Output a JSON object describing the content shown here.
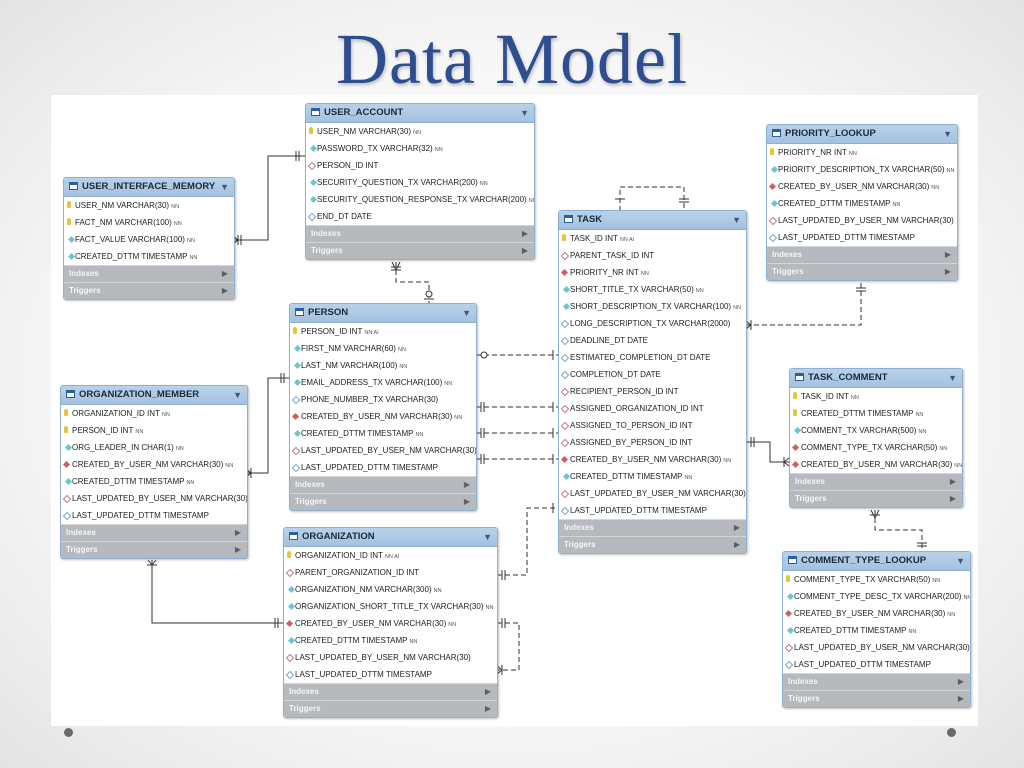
{
  "slide": {
    "title": "Data Model"
  },
  "tables": {
    "user_account": {
      "name": "USER_ACCOUNT",
      "columns": [
        {
          "icon": "pk",
          "text": "USER_NM VARCHAR(30)",
          "tag": "NN"
        },
        {
          "icon": "nn",
          "text": "PASSWORD_TX VARCHAR(32)",
          "tag": "NN"
        },
        {
          "icon": "nl",
          "text": "PERSON_ID INT",
          "tag": ""
        },
        {
          "icon": "nn",
          "text": "SECURITY_QUESTION_TX VARCHAR(200)",
          "tag": "NN"
        },
        {
          "icon": "nn",
          "text": "SECURITY_QUESTION_RESPONSE_TX VARCHAR(200)",
          "tag": "NN"
        },
        {
          "icon": "hl",
          "text": "END_DT DATE",
          "tag": ""
        }
      ],
      "footers": [
        "Indexes",
        "Triggers"
      ]
    },
    "user_interface_memory": {
      "name": "USER_INTERFACE_MEMORY",
      "columns": [
        {
          "icon": "pk",
          "text": "USER_NM VARCHAR(30)",
          "tag": "NN"
        },
        {
          "icon": "pk",
          "text": "FACT_NM VARCHAR(100)",
          "tag": "NN"
        },
        {
          "icon": "nn",
          "text": "FACT_VALUE VARCHAR(100)",
          "tag": "NN"
        },
        {
          "icon": "nn",
          "text": "CREATED_DTTM TIMESTAMP",
          "tag": "NN"
        }
      ],
      "footers": [
        "Indexes",
        "Triggers"
      ]
    },
    "priority_lookup": {
      "name": "PRIORITY_LOOKUP",
      "columns": [
        {
          "icon": "pk",
          "text": "PRIORITY_NR INT",
          "tag": "NN"
        },
        {
          "icon": "nn",
          "text": "PRIORITY_DESCRIPTION_TX VARCHAR(50)",
          "tag": "NN"
        },
        {
          "icon": "fk",
          "text": "CREATED_BY_USER_NM VARCHAR(30)",
          "tag": "NN"
        },
        {
          "icon": "nn",
          "text": "CREATED_DTTM TIMESTAMP",
          "tag": "NN"
        },
        {
          "icon": "nl",
          "text": "LAST_UPDATED_BY_USER_NM VARCHAR(30)",
          "tag": ""
        },
        {
          "icon": "hl",
          "text": "LAST_UPDATED_DTTM TIMESTAMP",
          "tag": ""
        }
      ],
      "footers": [
        "Indexes",
        "Triggers"
      ]
    },
    "task": {
      "name": "TASK",
      "columns": [
        {
          "icon": "pk",
          "text": "TASK_ID INT",
          "tag": "NN AI"
        },
        {
          "icon": "nl",
          "text": "PARENT_TASK_ID INT",
          "tag": ""
        },
        {
          "icon": "fk",
          "text": "PRIORITY_NR INT",
          "tag": "NN"
        },
        {
          "icon": "nn",
          "text": "SHORT_TITLE_TX VARCHAR(50)",
          "tag": "NN"
        },
        {
          "icon": "nn",
          "text": "SHORT_DESCRIPTION_TX VARCHAR(100)",
          "tag": "NN"
        },
        {
          "icon": "hl",
          "text": "LONG_DESCRIPTION_TX VARCHAR(2000)",
          "tag": ""
        },
        {
          "icon": "hl",
          "text": "DEADLINE_DT DATE",
          "tag": ""
        },
        {
          "icon": "hl",
          "text": "ESTIMATED_COMPLETION_DT DATE",
          "tag": ""
        },
        {
          "icon": "hl",
          "text": "COMPLETION_DT DATE",
          "tag": ""
        },
        {
          "icon": "nl",
          "text": "RECIPIENT_PERSON_ID INT",
          "tag": ""
        },
        {
          "icon": "nl",
          "text": "ASSIGNED_ORGANIZATION_ID INT",
          "tag": ""
        },
        {
          "icon": "nl",
          "text": "ASSIGNED_TO_PERSON_ID INT",
          "tag": ""
        },
        {
          "icon": "nl",
          "text": "ASSIGNED_BY_PERSON_ID INT",
          "tag": ""
        },
        {
          "icon": "fk",
          "text": "CREATED_BY_USER_NM VARCHAR(30)",
          "tag": "NN"
        },
        {
          "icon": "nn",
          "text": "CREATED_DTTM TIMESTAMP",
          "tag": "NN"
        },
        {
          "icon": "nl",
          "text": "LAST_UPDATED_BY_USER_NM VARCHAR(30)",
          "tag": ""
        },
        {
          "icon": "hl",
          "text": "LAST_UPDATED_DTTM TIMESTAMP",
          "tag": ""
        }
      ],
      "footers": [
        "Indexes",
        "Triggers"
      ]
    },
    "person": {
      "name": "PERSON",
      "columns": [
        {
          "icon": "pk",
          "text": "PERSON_ID INT",
          "tag": "NN AI"
        },
        {
          "icon": "nn",
          "text": "FIRST_NM VARCHAR(60)",
          "tag": "NN"
        },
        {
          "icon": "nn",
          "text": "LAST_NM VARCHAR(100)",
          "tag": "NN"
        },
        {
          "icon": "nn",
          "text": "EMAIL_ADDRESS_TX VARCHAR(100)",
          "tag": "NN"
        },
        {
          "icon": "hl",
          "text": "PHONE_NUMBER_TX VARCHAR(30)",
          "tag": ""
        },
        {
          "icon": "fk",
          "text": "CREATED_BY_USER_NM VARCHAR(30)",
          "tag": "NN"
        },
        {
          "icon": "nn",
          "text": "CREATED_DTTM TIMESTAMP",
          "tag": "NN"
        },
        {
          "icon": "nl",
          "text": "LAST_UPDATED_BY_USER_NM VARCHAR(30)",
          "tag": ""
        },
        {
          "icon": "hl",
          "text": "LAST_UPDATED_DTTM TIMESTAMP",
          "tag": ""
        }
      ],
      "footers": [
        "Indexes",
        "Triggers"
      ]
    },
    "organization_member": {
      "name": "ORGANIZATION_MEMBER",
      "columns": [
        {
          "icon": "pk",
          "text": "ORGANIZATION_ID INT",
          "tag": "NN"
        },
        {
          "icon": "pk",
          "text": "PERSON_ID INT",
          "tag": "NN"
        },
        {
          "icon": "nn",
          "text": "ORG_LEADER_IN CHAR(1)",
          "tag": "NN"
        },
        {
          "icon": "fk",
          "text": "CREATED_BY_USER_NM VARCHAR(30)",
          "tag": "NN"
        },
        {
          "icon": "nn",
          "text": "CREATED_DTTM TIMESTAMP",
          "tag": "NN"
        },
        {
          "icon": "nl",
          "text": "LAST_UPDATED_BY_USER_NM VARCHAR(30)",
          "tag": ""
        },
        {
          "icon": "hl",
          "text": "LAST_UPDATED_DTTM TIMESTAMP",
          "tag": ""
        }
      ],
      "footers": [
        "Indexes",
        "Triggers"
      ]
    },
    "task_comment": {
      "name": "TASK_COMMENT",
      "columns": [
        {
          "icon": "pk",
          "text": "TASK_ID INT",
          "tag": "NN"
        },
        {
          "icon": "pk",
          "text": "CREATED_DTTM TIMESTAMP",
          "tag": "NN"
        },
        {
          "icon": "nn",
          "text": "COMMENT_TX VARCHAR(500)",
          "tag": "NN"
        },
        {
          "icon": "fk",
          "text": "COMMENT_TYPE_TX VARCHAR(50)",
          "tag": "NN"
        },
        {
          "icon": "fk",
          "text": "CREATED_BY_USER_NM VARCHAR(30)",
          "tag": "NN"
        }
      ],
      "footers": [
        "Indexes",
        "Triggers"
      ]
    },
    "organization": {
      "name": "ORGANIZATION",
      "columns": [
        {
          "icon": "pk",
          "text": "ORGANIZATION_ID INT",
          "tag": "NN AI"
        },
        {
          "icon": "nl",
          "text": "PARENT_ORGANIZATION_ID INT",
          "tag": ""
        },
        {
          "icon": "nn",
          "text": "ORGANIZATION_NM VARCHAR(300)",
          "tag": "NN"
        },
        {
          "icon": "nn",
          "text": "ORGANIZATION_SHORT_TITLE_TX VARCHAR(30)",
          "tag": "NN"
        },
        {
          "icon": "fk",
          "text": "CREATED_BY_USER_NM VARCHAR(30)",
          "tag": "NN"
        },
        {
          "icon": "nn",
          "text": "CREATED_DTTM TIMESTAMP",
          "tag": "NN"
        },
        {
          "icon": "nl",
          "text": "LAST_UPDATED_BY_USER_NM VARCHAR(30)",
          "tag": ""
        },
        {
          "icon": "hl",
          "text": "LAST_UPDATED_DTTM TIMESTAMP",
          "tag": ""
        }
      ],
      "footers": [
        "Indexes",
        "Triggers"
      ]
    },
    "comment_type_lookup": {
      "name": "COMMENT_TYPE_LOOKUP",
      "columns": [
        {
          "icon": "pk",
          "text": "COMMENT_TYPE_TX VARCHAR(50)",
          "tag": "NN"
        },
        {
          "icon": "nn",
          "text": "COMMENT_TYPE_DESC_TX VARCHAR(200)",
          "tag": "NN"
        },
        {
          "icon": "fk",
          "text": "CREATED_BY_USER_NM VARCHAR(30)",
          "tag": "NN"
        },
        {
          "icon": "nn",
          "text": "CREATED_DTTM TIMESTAMP",
          "tag": "NN"
        },
        {
          "icon": "nl",
          "text": "LAST_UPDATED_BY_USER_NM VARCHAR(30)",
          "tag": ""
        },
        {
          "icon": "hl",
          "text": "LAST_UPDATED_DTTM TIMESTAMP",
          "tag": ""
        }
      ],
      "footers": [
        "Indexes",
        "Triggers"
      ]
    }
  },
  "theme": {
    "title_color": "#2e4e8f",
    "header_color": "#a3c1df",
    "footer_color": "#b6b9bd",
    "pk_color": "#e9c43a",
    "nn_color": "#6fc5ce",
    "fk_color": "#d06060"
  }
}
